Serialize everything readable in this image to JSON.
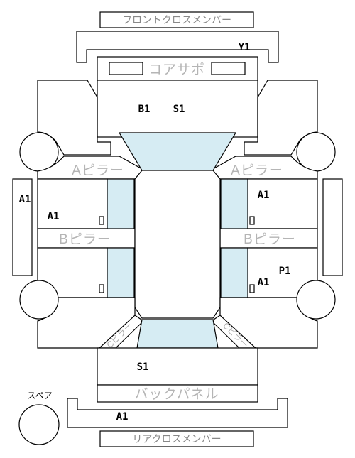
{
  "labels": {
    "front_cross_member": "フロントクロスメンバー",
    "core_support": "コアサポ",
    "a_pillar": "Aピラー",
    "b_pillar": "Bピラー",
    "c_pillar": "Cピラー",
    "back_panel": "バックパネル",
    "rear_cross_member": "リアクロスメンバー",
    "spare": "スペア"
  },
  "codes": {
    "y1": "Y1",
    "b1": "B1",
    "s1_front": "S1",
    "a1_left_outer": "A1",
    "a1_left_inner": "A1",
    "a1_right_upper": "A1",
    "p1": "P1",
    "a1_right_lower": "A1",
    "s1_rear": "S1",
    "a1_rear": "A1"
  },
  "colors": {
    "glass": "#d6ecf3",
    "outline": "#000000",
    "label_gray": "#aaaaaa"
  }
}
